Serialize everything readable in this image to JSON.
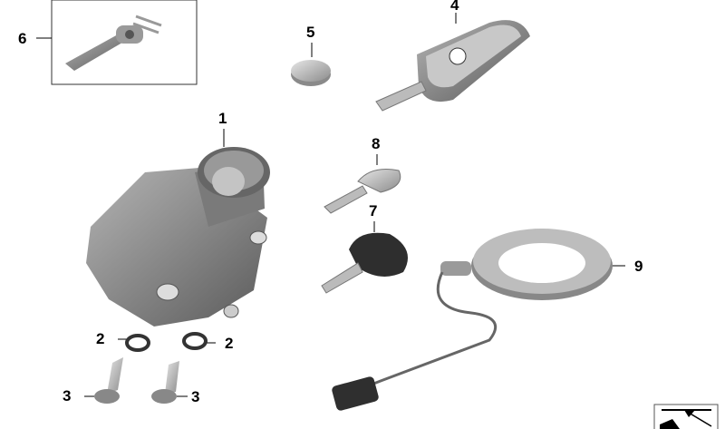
{
  "diagram": {
    "callouts": [
      {
        "id": "6",
        "text": "6"
      },
      {
        "id": "5",
        "text": "5"
      },
      {
        "id": "4",
        "text": "4"
      },
      {
        "id": "1",
        "text": "1"
      },
      {
        "id": "8",
        "text": "8"
      },
      {
        "id": "7",
        "text": "7"
      },
      {
        "id": "9",
        "text": "9"
      },
      {
        "id": "2a",
        "text": "2"
      },
      {
        "id": "2b",
        "text": "2"
      },
      {
        "id": "3a",
        "text": "3"
      },
      {
        "id": "3b",
        "text": "3"
      }
    ],
    "nav_icon": "arrow-up-left-icon"
  }
}
